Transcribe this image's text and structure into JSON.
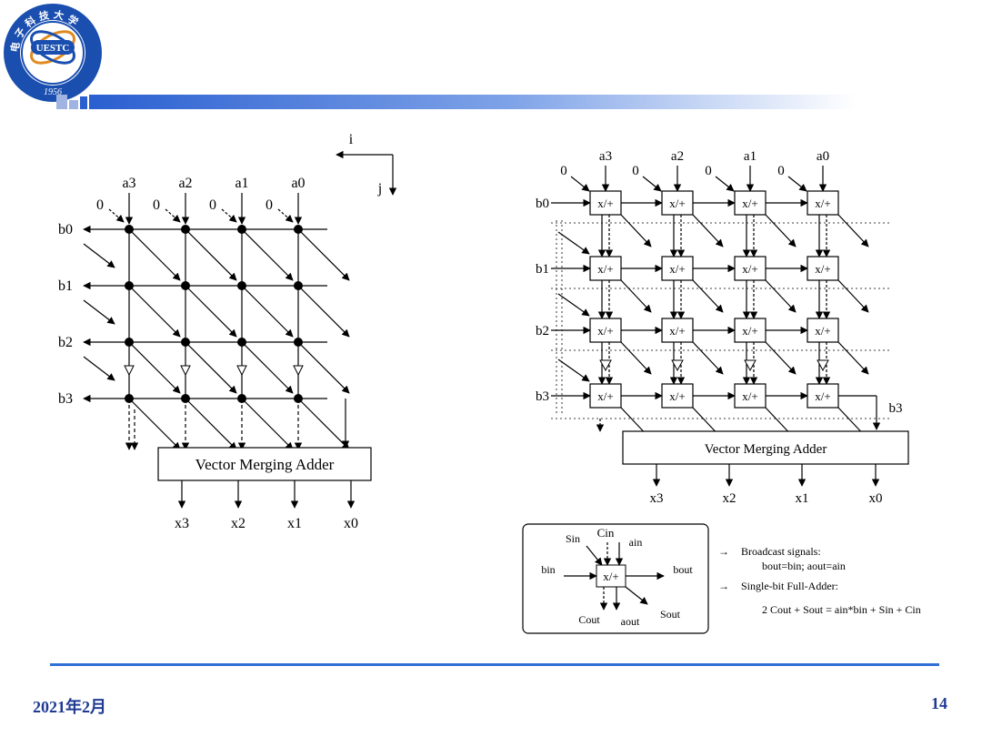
{
  "logo": {
    "abbr": "UESTC",
    "year": "1956",
    "ring_text": "电子科技大学"
  },
  "left_diagram": {
    "direction_i": "i",
    "direction_j": "j",
    "a_inputs": [
      "a3",
      "a2",
      "a1",
      "a0"
    ],
    "zero_inputs": [
      "0",
      "0",
      "0",
      "0"
    ],
    "b_inputs": [
      "b0",
      "b1",
      "b2",
      "b3"
    ],
    "adder_label": "Vector Merging Adder",
    "outputs": [
      "x3",
      "x2",
      "x1",
      "x0"
    ]
  },
  "right_diagram": {
    "a_inputs": [
      "a3",
      "a2",
      "a1",
      "a0"
    ],
    "zero_inputs": [
      "0",
      "0",
      "0",
      "0"
    ],
    "b_inputs": [
      "b0",
      "b1",
      "b2",
      "b3"
    ],
    "cell_label": "x/+",
    "b3_out": "b3",
    "adder_label": "Vector Merging Adder",
    "outputs": [
      "x3",
      "x2",
      "x1",
      "x0"
    ]
  },
  "legend": {
    "sin": "Sin",
    "cin": "Cin",
    "ain": "ain",
    "bin": "bin",
    "bout": "bout",
    "cell": "x/+",
    "cout": "Cout",
    "aout": "aout",
    "sout": "Sout"
  },
  "notes": {
    "note1_title": "Broadcast signals:",
    "note1_body": "bout=bin; aout=ain",
    "note2_title": "Single-bit Full-Adder:",
    "note2_body": "2 Cout + Sout = ain*bin + Sin + Cin"
  },
  "footer": {
    "date": "2021年2月",
    "page": "14"
  },
  "colors": {
    "header_bar": "#2a5fd0",
    "footer_line": "#2f6fd6",
    "footer_text": "#1f3a93"
  }
}
